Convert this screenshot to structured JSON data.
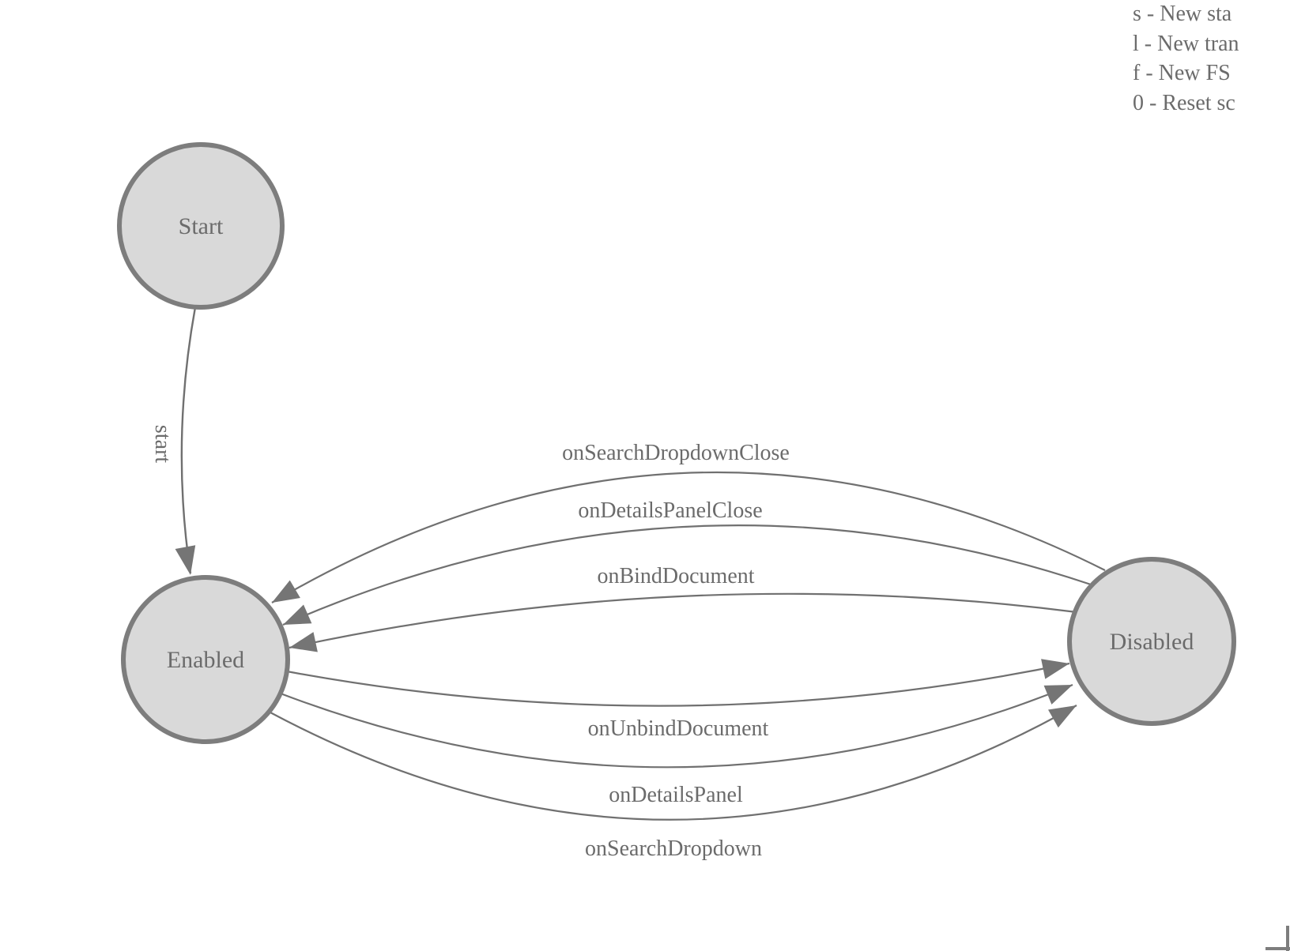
{
  "colors": {
    "background": "#ffffff",
    "node_fill": "#d9d9d9",
    "node_stroke": "#7d7d7d",
    "edge": "#707070",
    "arrow": "#757575",
    "text": "#6b6b6b"
  },
  "legend": {
    "lines": [
      "s - New sta",
      "l - New tran",
      "f - New FS",
      "0 - Reset sc"
    ]
  },
  "nodes": [
    {
      "id": "start",
      "label": "Start"
    },
    {
      "id": "enabled",
      "label": "Enabled"
    },
    {
      "id": "disabled",
      "label": "Disabled"
    }
  ],
  "edges": [
    {
      "from": "start",
      "to": "enabled",
      "label": "start"
    },
    {
      "from": "disabled",
      "to": "enabled",
      "label": "onSearchDropdownClose"
    },
    {
      "from": "disabled",
      "to": "enabled",
      "label": "onDetailsPanelClose"
    },
    {
      "from": "disabled",
      "to": "enabled",
      "label": "onBindDocument"
    },
    {
      "from": "enabled",
      "to": "disabled",
      "label": "onUnbindDocument"
    },
    {
      "from": "enabled",
      "to": "disabled",
      "label": "onDetailsPanel"
    },
    {
      "from": "enabled",
      "to": "disabled",
      "label": "onSearchDropdown"
    }
  ]
}
